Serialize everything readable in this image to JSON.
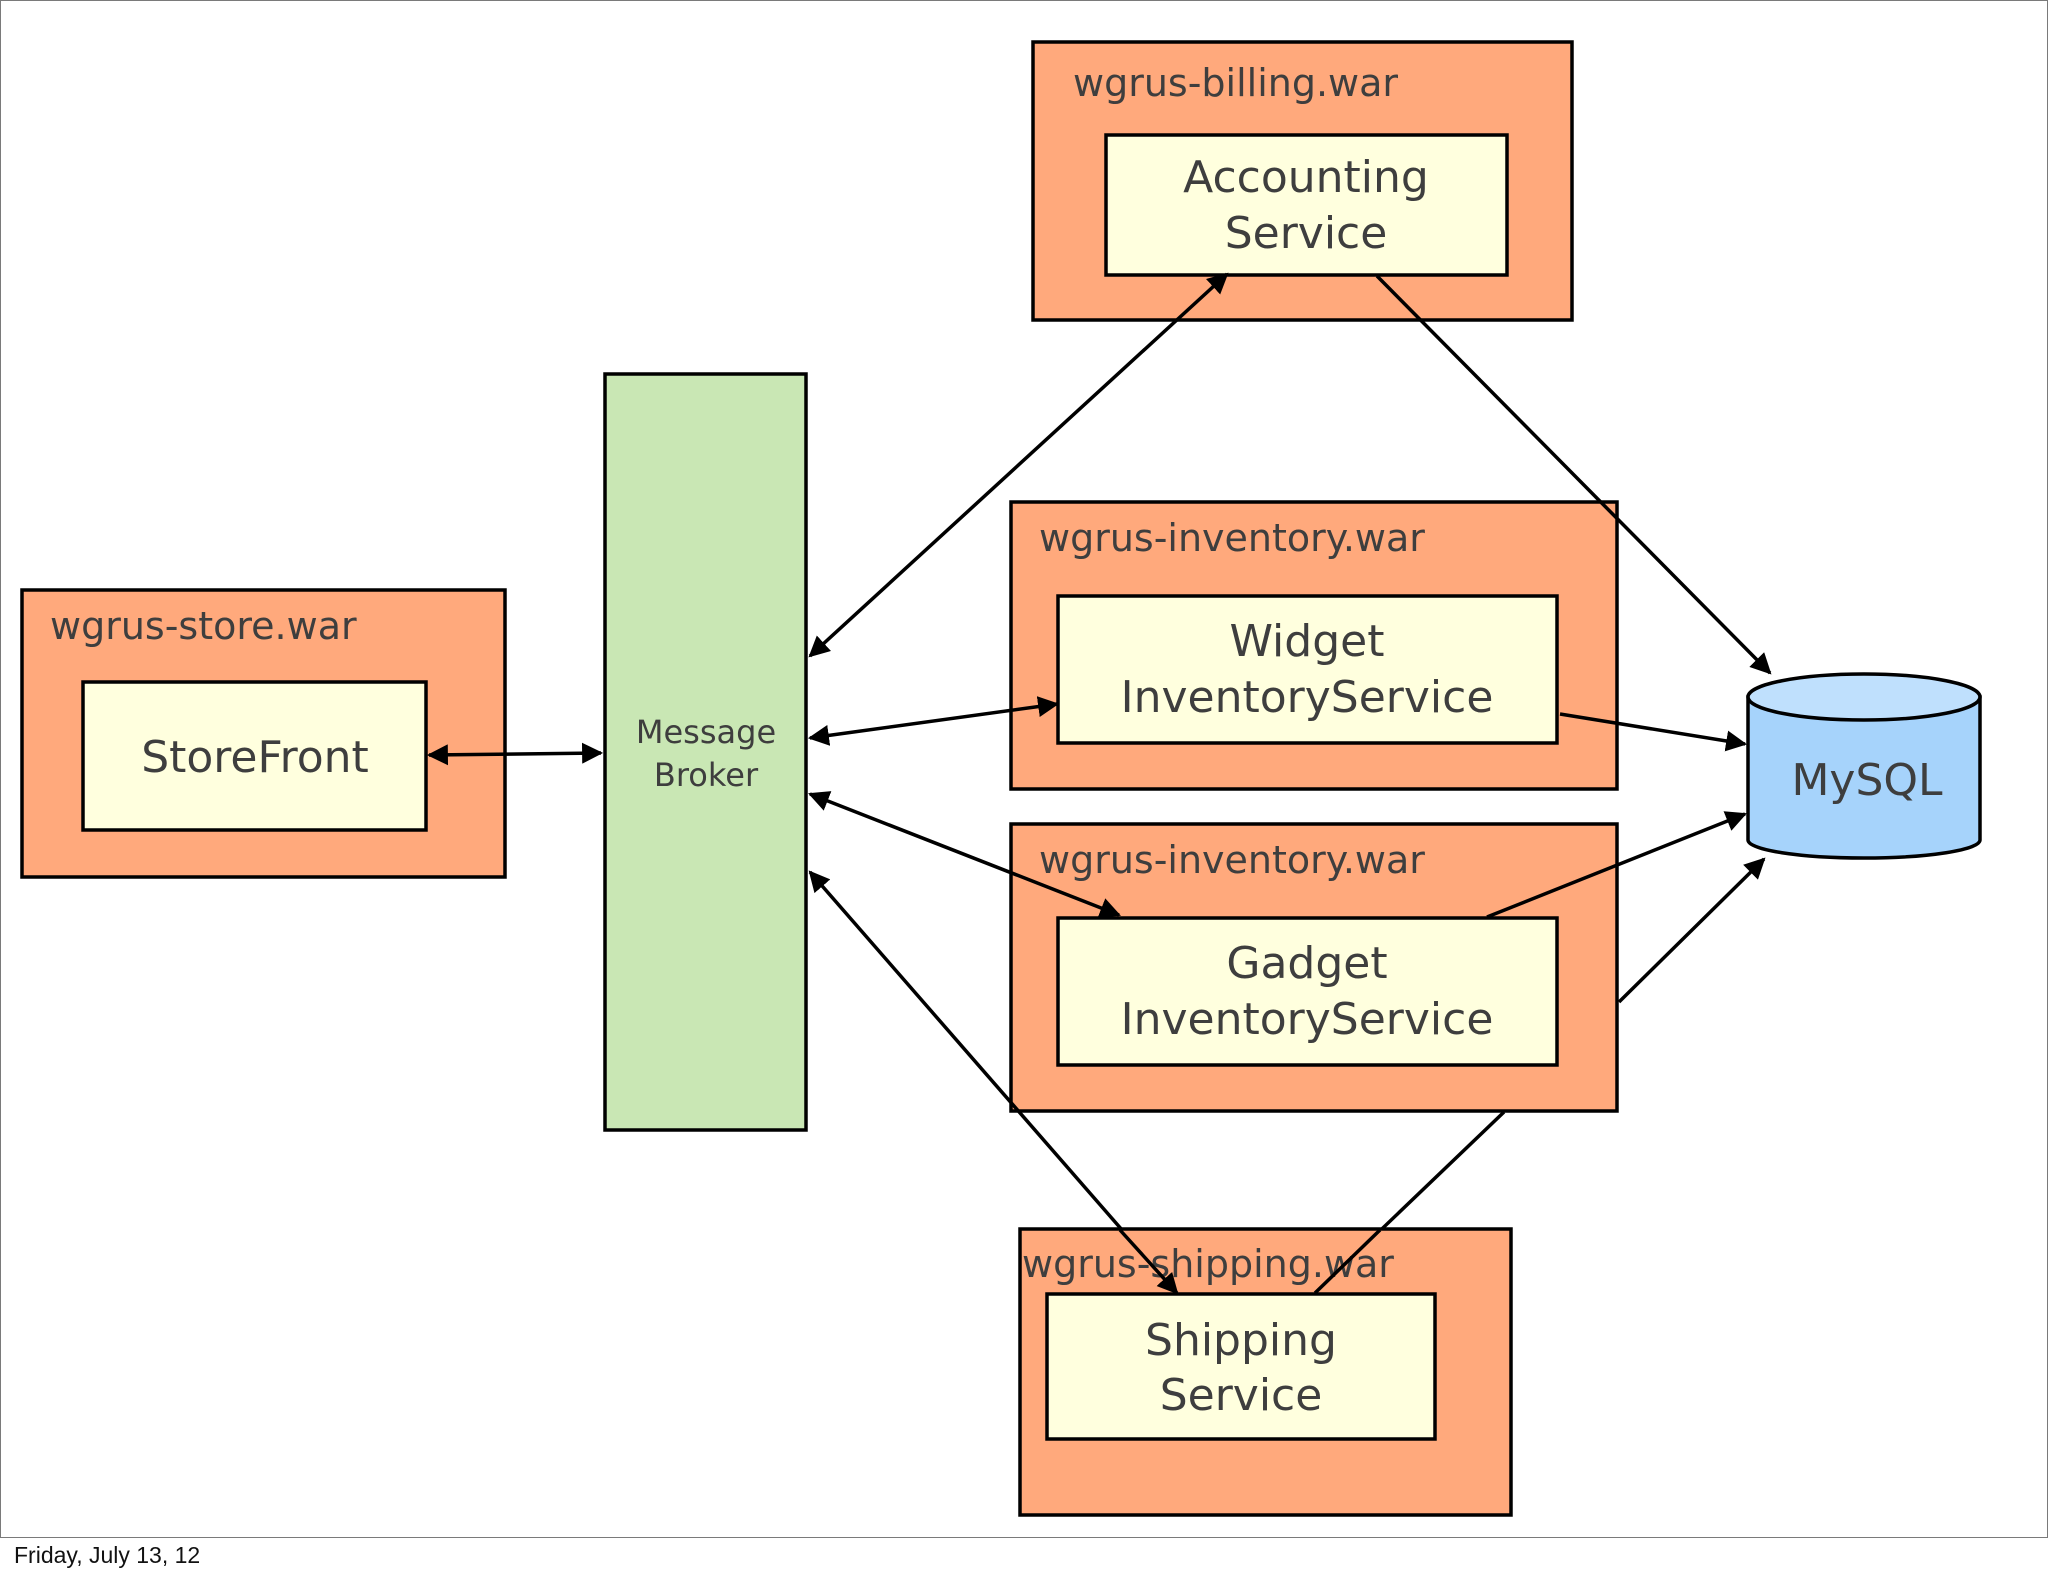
{
  "colors": {
    "war_fill": "#ffa97c",
    "service_fill": "#ffffde",
    "broker_fill": "#c9e7b4",
    "db_fill": "#a6d3fb",
    "db_top_fill": "#bfe0fd",
    "text": "#3e3e3e"
  },
  "containers": {
    "billing": "wgrus-billing.war",
    "inventory_widget": "wgrus-inventory.war",
    "inventory_gadget": "wgrus-inventory.war",
    "store": "wgrus-store.war",
    "shipping": "wgrus-shipping.war"
  },
  "services": {
    "accounting": [
      "Accounting",
      "Service"
    ],
    "widget": [
      "Widget",
      "InventoryService"
    ],
    "gadget": [
      "Gadget",
      "InventoryService"
    ],
    "storefront": [
      "StoreFront"
    ],
    "shipping": [
      "Shipping",
      "Service"
    ]
  },
  "broker": [
    "Message",
    "Broker"
  ],
  "database": "MySQL",
  "footer": "Friday, July 13, 12"
}
